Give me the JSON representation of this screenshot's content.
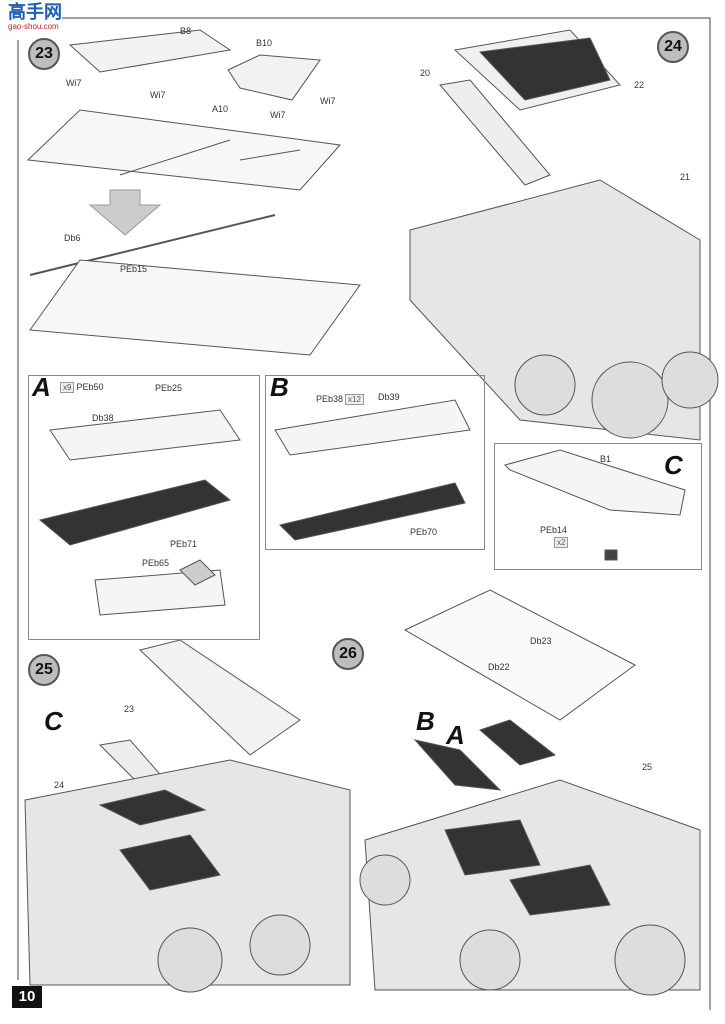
{
  "watermark": {
    "text": "高手网",
    "url_text": "gao-shou.com"
  },
  "page_number": "10",
  "steps": {
    "s23": {
      "number": "23",
      "labels": [
        "B8",
        "B10",
        "Wi7",
        "Wi7",
        "A10",
        "Wi7",
        "Wi7",
        "Db6",
        "PEb15"
      ]
    },
    "s24": {
      "number": "24",
      "labels": [
        "20",
        "22",
        "21"
      ]
    },
    "s25": {
      "number": "25",
      "labels": [
        "C",
        "23",
        "24"
      ]
    },
    "s26": {
      "number": "26",
      "labels": [
        "Db23",
        "Db22",
        "B",
        "A",
        "25"
      ]
    }
  },
  "subassemblies": {
    "A": {
      "letter": "A",
      "badge1": "x9",
      "pe1": "PEb50",
      "pe2": "PEb25",
      "part": "Db38",
      "mesh": "PEb71",
      "pe3": "PEb65"
    },
    "B": {
      "letter": "B",
      "pe1": "PEb38",
      "badge1": "x12",
      "part": "Db39",
      "mesh": "PEb70"
    },
    "C": {
      "letter": "C",
      "part": "B1",
      "pe1": "PEb14",
      "badge1": "x2"
    }
  }
}
